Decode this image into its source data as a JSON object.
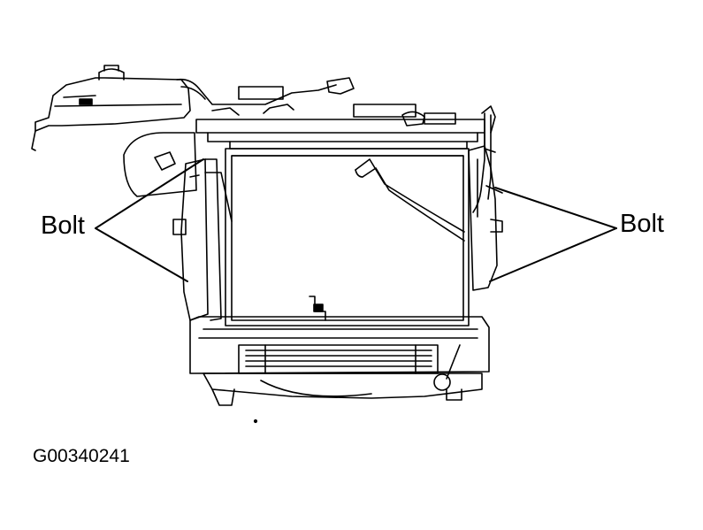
{
  "callouts": {
    "left_label": "Bolt",
    "right_label": "Bolt"
  },
  "figure_id": "G00340241",
  "colors": {
    "ink": "#000000",
    "background": "#ffffff"
  }
}
